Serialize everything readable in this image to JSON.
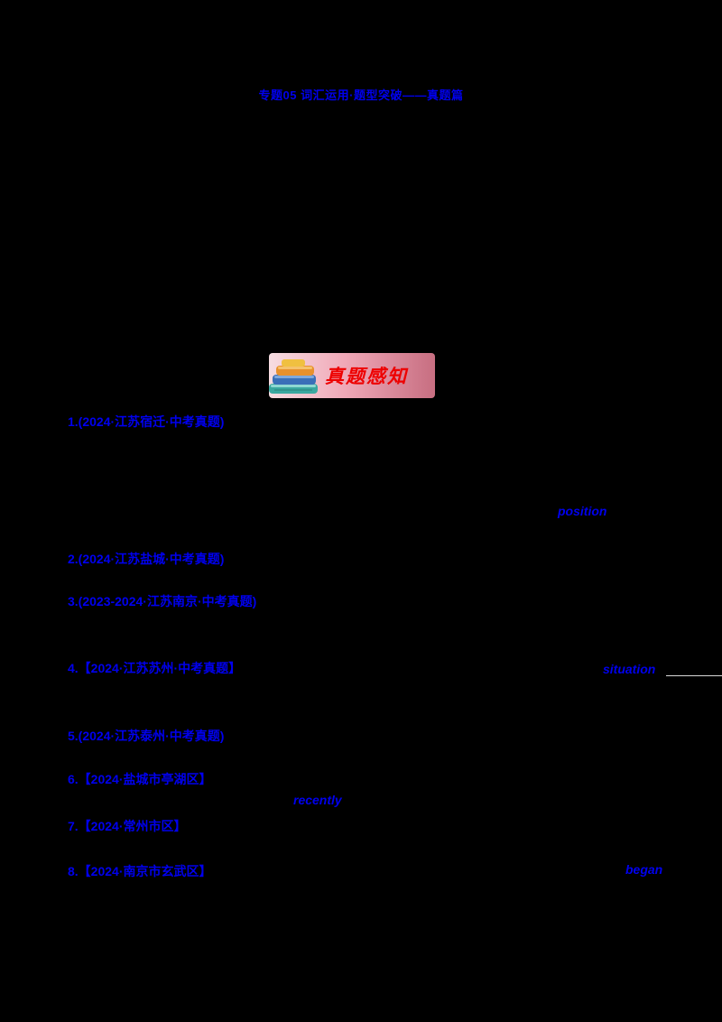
{
  "page": {
    "background": "#000000",
    "accent_blue": "#0000ee",
    "accent_red": "#ee0000",
    "banner_pink": "#f0a9b8"
  },
  "title": {
    "text": "专题05 词汇运用·题型突破——真题篇"
  },
  "banner": {
    "label": "真题感知",
    "icon": "books-stack-icon"
  },
  "questions": [
    {
      "label": "1.(2024·江苏宿迁·中考真题)"
    },
    {
      "label": "2.(2024·江苏盐城·中考真题)"
    },
    {
      "label": "3.(2023-2024·江苏南京·中考真题)"
    },
    {
      "label": "4.【2024·江苏苏州·中考真题】"
    },
    {
      "label": "5.(2024·江苏泰州·中考真题)"
    },
    {
      "label": "6.【2024·盐城市亭湖区】"
    },
    {
      "label": "7.【2024·常州市区】"
    },
    {
      "label": "8.【2024·南京市玄武区】"
    }
  ],
  "answers": [
    {
      "word": "position"
    },
    {
      "word": "situation"
    },
    {
      "word": "recently"
    },
    {
      "word": "began"
    }
  ]
}
